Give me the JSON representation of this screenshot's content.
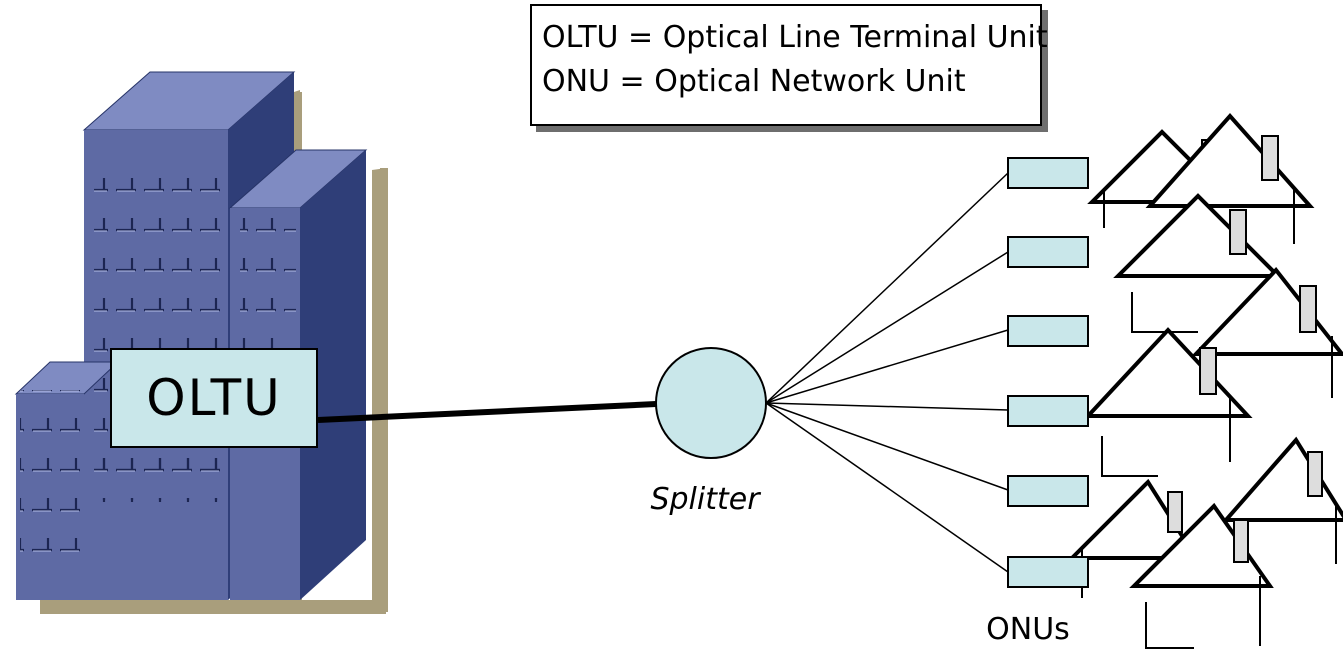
{
  "legend": {
    "line1": "OLTU = Optical Line Terminal Unit",
    "line2": "ONU = Optical Network Unit"
  },
  "oltu": {
    "label": "OLTU"
  },
  "splitter": {
    "label": "Splitter"
  },
  "onus": {
    "label": "ONUs",
    "count": 6
  },
  "colors": {
    "building_front": "#5e6aa4",
    "building_side": "#2f3e78",
    "building_roof": "#7f8bc2",
    "building_shadow": "#a99e7c",
    "device_fill": "#c9e7ea",
    "line": "#000000"
  }
}
